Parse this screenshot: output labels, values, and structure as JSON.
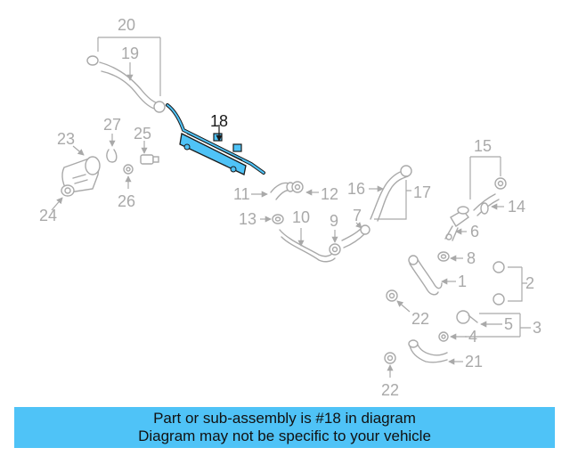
{
  "callouts": [
    "20",
    "19",
    "18",
    "27",
    "25",
    "23",
    "26",
    "24",
    "15",
    "14",
    "11",
    "12",
    "16",
    "17",
    "13",
    "10",
    "9",
    "7",
    "6",
    "8",
    "1",
    "2",
    "22",
    "5",
    "3",
    "4",
    "21",
    "22"
  ],
  "highlight": {
    "part_number": "18",
    "color": "#4fc3f7"
  },
  "banner": {
    "line1": "Part or sub-assembly is #18 in diagram",
    "line2": "Diagram may not be specific to your vehicle",
    "background": "#4fc3f7"
  }
}
